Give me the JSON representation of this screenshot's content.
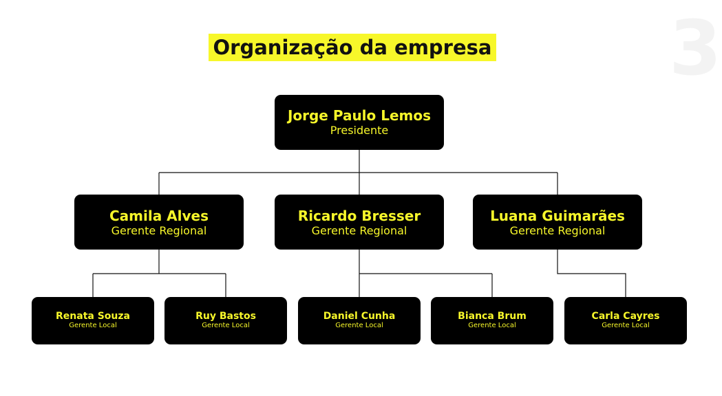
{
  "page_number": "3",
  "title": "Organização da empresa",
  "colors": {
    "highlight": "#f7f72a",
    "box_background": "#000000",
    "connector": "#111111"
  },
  "president": {
    "name": "Jorge Paulo Lemos",
    "role": "Presidente"
  },
  "regional_managers": [
    {
      "name": "Camila Alves",
      "role": "Gerente Regional"
    },
    {
      "name": "Ricardo Bresser",
      "role": "Gerente Regional"
    },
    {
      "name": "Luana Guimarães",
      "role": "Gerente Regional"
    }
  ],
  "local_managers": [
    {
      "name": "Renata Souza",
      "role": "Gerente Local",
      "reports_to": "Camila Alves"
    },
    {
      "name": "Ruy Bastos",
      "role": "Gerente Local",
      "reports_to": "Camila Alves"
    },
    {
      "name": "Daniel Cunha",
      "role": "Gerente Local",
      "reports_to": "Ricardo Bresser"
    },
    {
      "name": "Bianca Brum",
      "role": "Gerente Local",
      "reports_to": "Ricardo Bresser"
    },
    {
      "name": "Carla Cayres",
      "role": "Gerente Local",
      "reports_to": "Luana Guimarães"
    }
  ]
}
